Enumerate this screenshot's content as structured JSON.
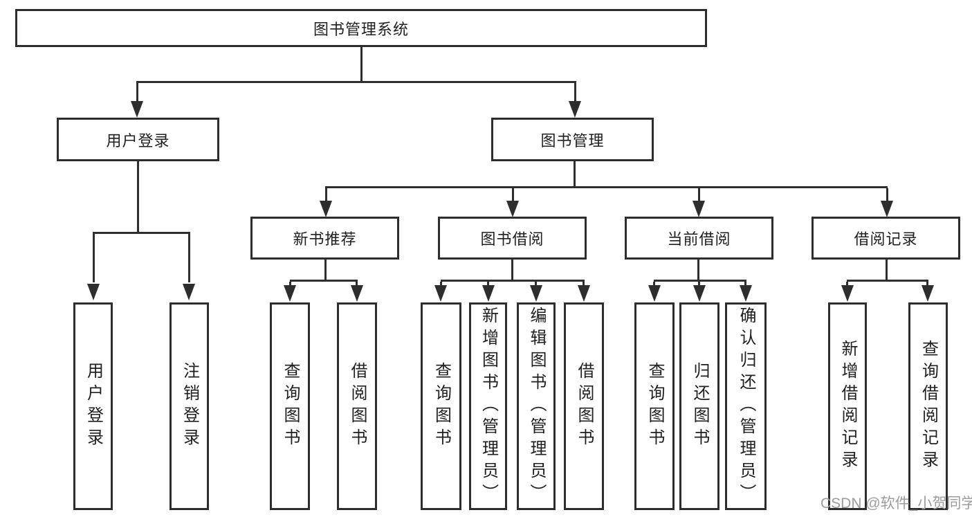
{
  "diagram": {
    "title": "图书管理系统",
    "type": "hierarchy-tree",
    "edges": [
      {
        "from": "图书管理系统",
        "to": "用户登录"
      },
      {
        "from": "图书管理系统",
        "to": "图书管理"
      },
      {
        "from": "用户登录",
        "to": "用户登录(子)"
      },
      {
        "from": "用户登录",
        "to": "注销登录"
      },
      {
        "from": "图书管理",
        "to": "新书推荐"
      },
      {
        "from": "图书管理",
        "to": "图书借阅"
      },
      {
        "from": "图书管理",
        "to": "当前借阅"
      },
      {
        "from": "图书管理",
        "to": "借阅记录"
      },
      {
        "from": "新书推荐",
        "to": "查询图书"
      },
      {
        "from": "新书推荐",
        "to": "借阅图书"
      },
      {
        "from": "图书借阅",
        "to": "查询图书"
      },
      {
        "from": "图书借阅",
        "to": "新增图书（管理员）"
      },
      {
        "from": "图书借阅",
        "to": "编辑图书（管理员）"
      },
      {
        "from": "图书借阅",
        "to": "借阅图书"
      },
      {
        "from": "当前借阅",
        "to": "查询图书"
      },
      {
        "from": "当前借阅",
        "to": "归还图书"
      },
      {
        "from": "当前借阅",
        "to": "确认归还（管理员）"
      },
      {
        "from": "借阅记录",
        "to": "新增借阅记录"
      },
      {
        "from": "借阅记录",
        "to": "查询借阅记录"
      }
    ]
  },
  "nodes": {
    "root": {
      "label": "图书管理系统"
    },
    "user_login_group": {
      "label": "用户登录"
    },
    "book_mgmt": {
      "label": "图书管理"
    },
    "new_book_rec": {
      "label": "新书推荐"
    },
    "book_borrow": {
      "label": "图书借阅"
    },
    "current_borrow": {
      "label": "当前借阅"
    },
    "borrow_records": {
      "label": "借阅记录"
    },
    "leaf_user_login": {
      "label": "用户登录"
    },
    "leaf_logout": {
      "label": "注销登录"
    },
    "leaf_nbr_query": {
      "label": "查询图书"
    },
    "leaf_nbr_borrow": {
      "label": "借阅图书"
    },
    "leaf_bb_query": {
      "label": "查询图书"
    },
    "leaf_bb_add": {
      "label": "新增图书（管理员）"
    },
    "leaf_bb_edit": {
      "label": "编辑图书（管理员）"
    },
    "leaf_bb_borrow": {
      "label": "借阅图书"
    },
    "leaf_cb_query": {
      "label": "查询图书"
    },
    "leaf_cb_return": {
      "label": "归还图书"
    },
    "leaf_cb_confirm": {
      "label": "确认归还（管理员）"
    },
    "leaf_br_add": {
      "label": "新增借阅记录"
    },
    "leaf_br_query": {
      "label": "查询借阅记录"
    }
  },
  "watermark": {
    "text": "CSDN @软件_小贺同学",
    "color": "#9c9c9c"
  },
  "colors": {
    "background": "#ffffff",
    "box_border": "#2d2d2d",
    "connector": "#2e2e2e",
    "text": "#1f1f1f"
  }
}
